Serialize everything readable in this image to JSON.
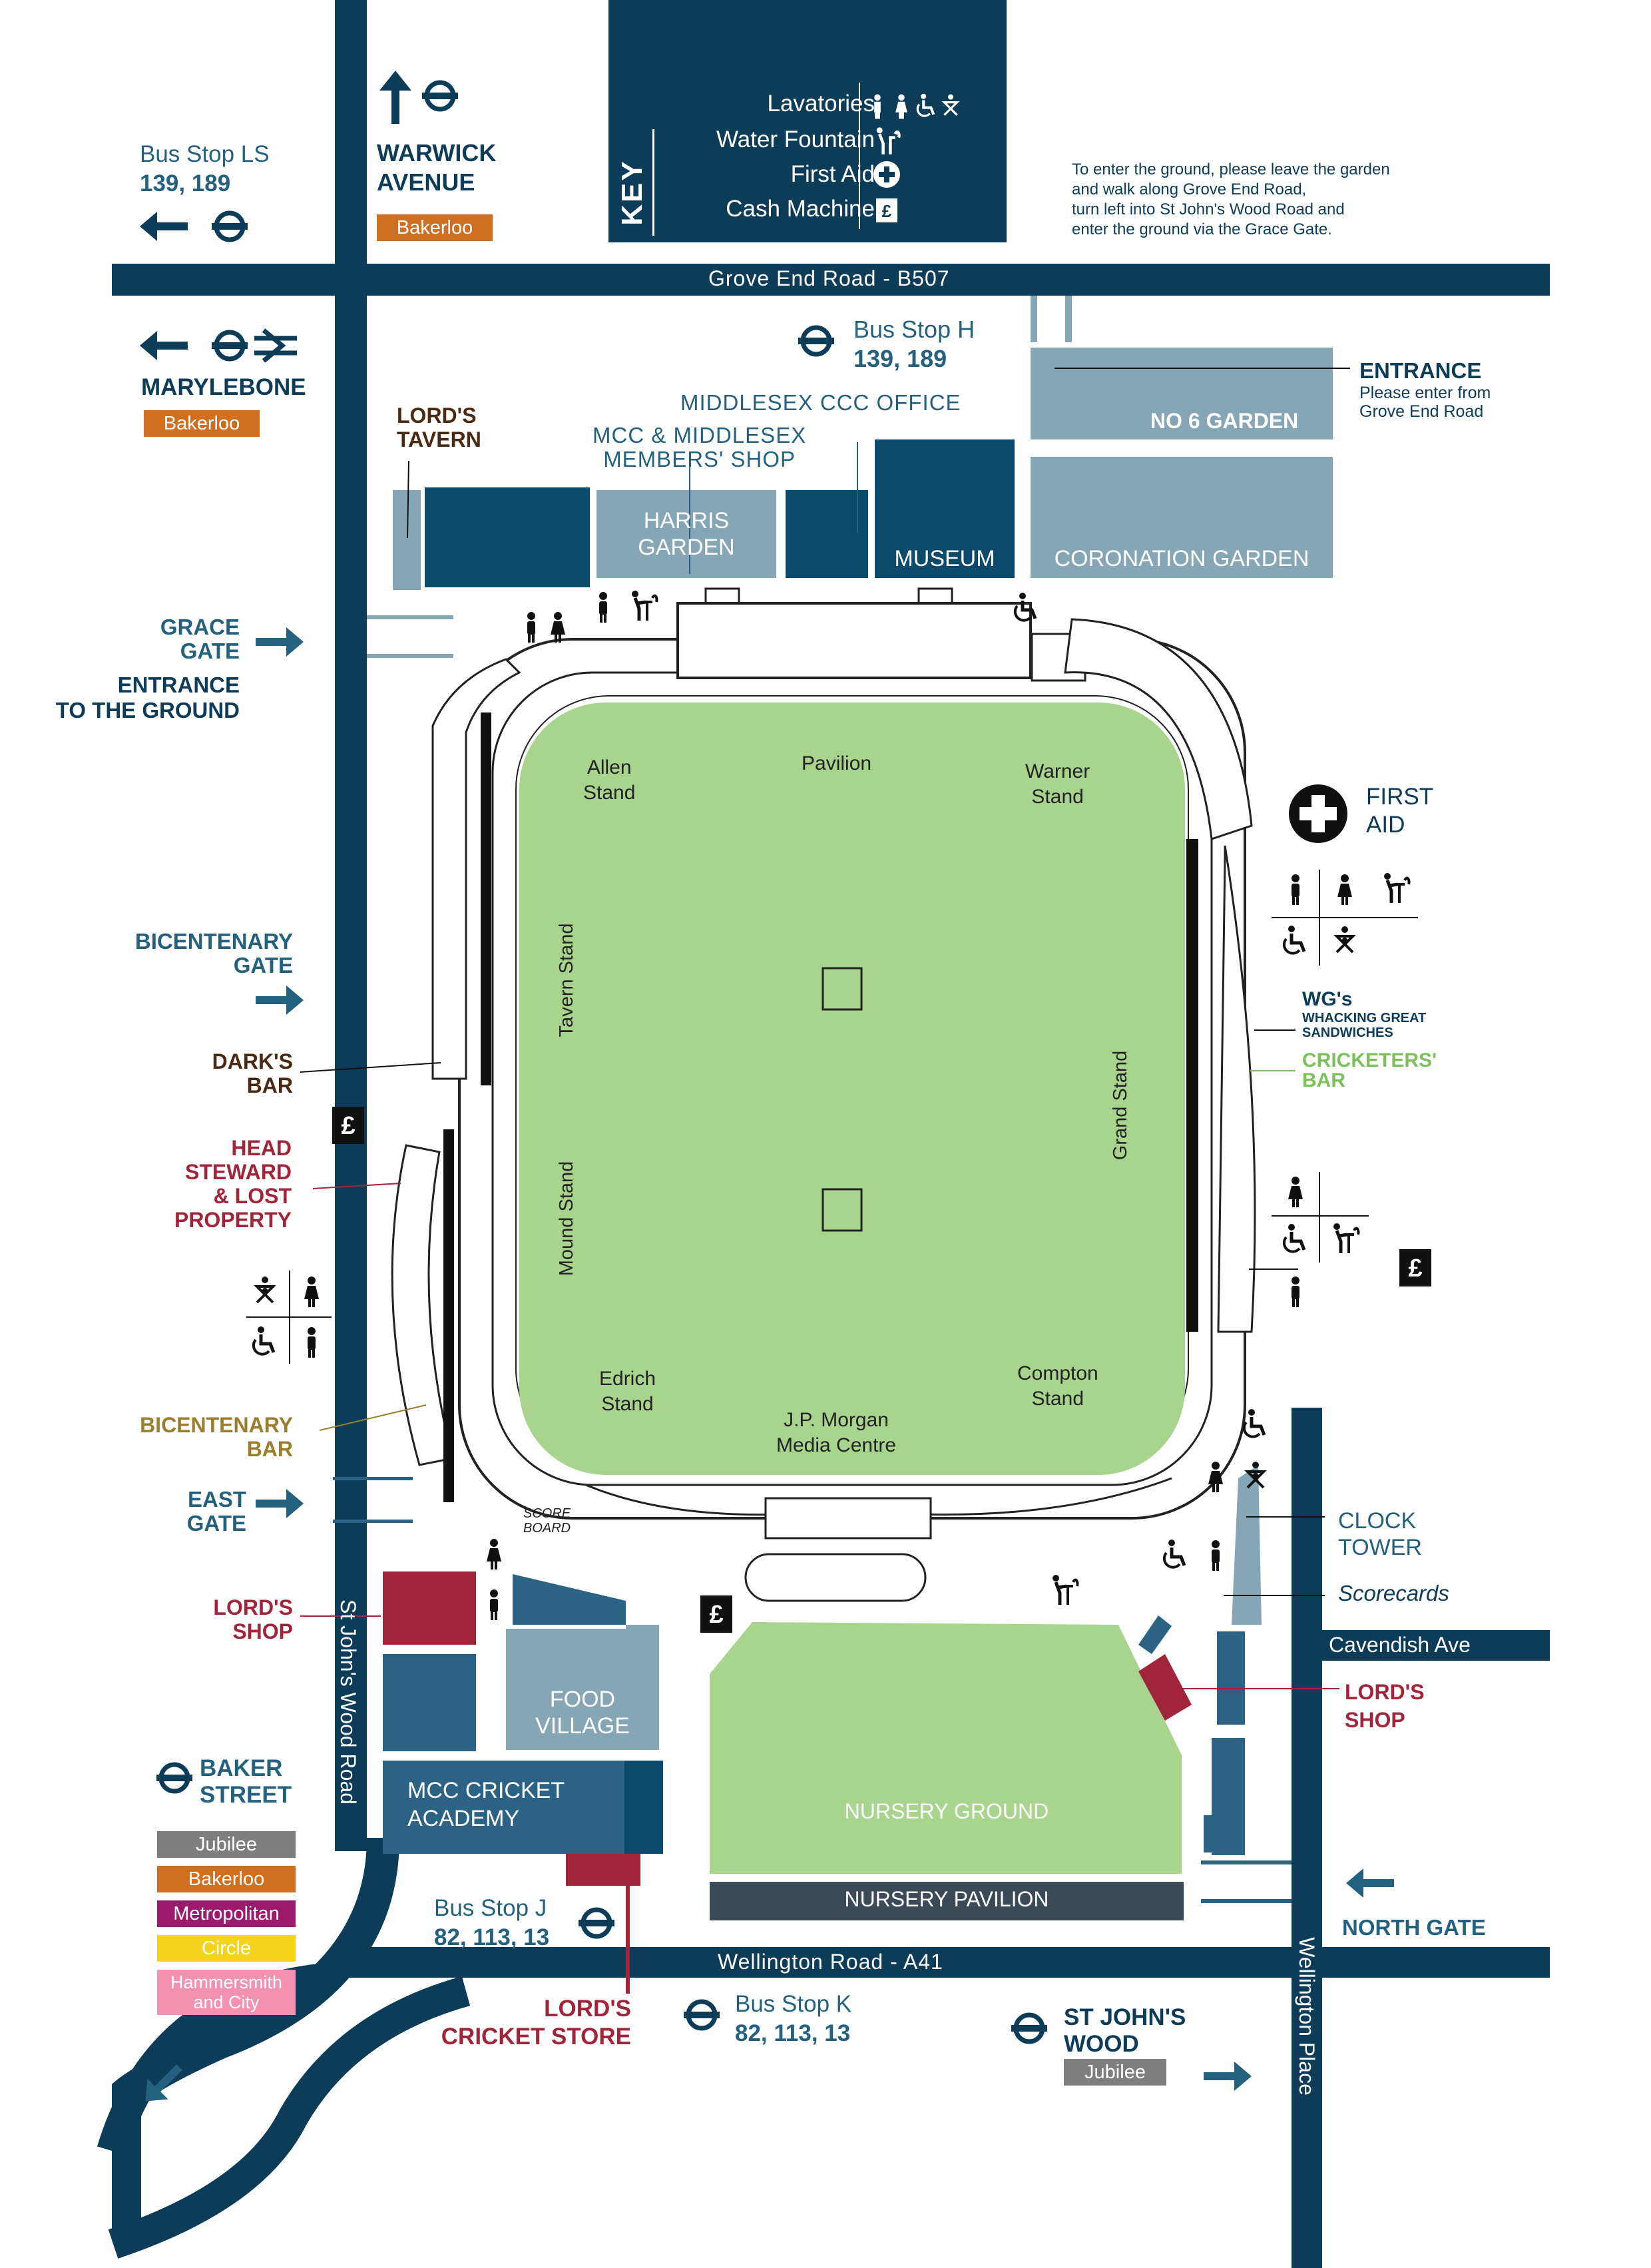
{
  "colors": {
    "navy": "#0c3c58",
    "dark_teal": "#0b4a6a",
    "mid_teal": "#2c6384",
    "light_blue_grey": "#86a6b6",
    "pitch_green": "#a8d48e",
    "maroon": "#a0253a",
    "orange": "#d06f20",
    "grey_line": "#7e7e7e",
    "metropolitan": "#9c1a6e",
    "circle": "#f5d31c",
    "hammersmith": "#f291b0",
    "pavilion_bar": "#3b4a59",
    "light_green": "#7cc05c",
    "olive": "#9a7e2e"
  },
  "roads": {
    "grove_end": "Grove End Road - B507",
    "wellington": "Wellington Road - A41",
    "st_johns_wood": "St John's Wood Road",
    "cavendish": "Cavendish Ave",
    "wellington_place": "Wellington Place"
  },
  "key": {
    "title": "KEY",
    "items": [
      {
        "label": "Lavatories",
        "icon": "toilet-icon"
      },
      {
        "label": "Water Fountain",
        "icon": "water-fountain-icon"
      },
      {
        "label": "First Aid",
        "icon": "first-aid-icon"
      },
      {
        "label": "Cash Machine",
        "icon": "cash-machine-icon"
      }
    ]
  },
  "instructions": [
    "To enter the ground, please leave the garden",
    "and walk along Grove End Road,",
    "turn left into St John's Wood Road and",
    "enter the ground via the Grace Gate."
  ],
  "transport": {
    "bus_ls": {
      "name": "Bus Stop LS",
      "routes": "139, 189"
    },
    "warwick": {
      "name_l1": "WARWICK",
      "name_l2": "AVENUE",
      "line": "Bakerloo"
    },
    "marylebone": {
      "name": "MARYLEBONE",
      "line": "Bakerloo"
    },
    "bus_h": {
      "name": "Bus Stop H",
      "routes": "139, 189"
    },
    "baker": {
      "name_l1": "BAKER",
      "name_l2": "STREET",
      "lines": [
        "Jubilee",
        "Bakerloo",
        "Metropolitan",
        "Circle"
      ],
      "hammersmith_l1": "Hammersmith",
      "hammersmith_l2": "and City"
    },
    "bus_j": {
      "name": "Bus Stop J",
      "routes": "82, 113, 13"
    },
    "bus_k": {
      "name": "Bus Stop K",
      "routes": "82, 113, 13"
    },
    "stjw": {
      "name_l1": "ST JOHN'S",
      "name_l2": "WOOD",
      "line": "Jubilee"
    }
  },
  "buildings": {
    "middlesex_office": "MIDDLESEX CCC OFFICE",
    "members_shop_l1": "MCC & MIDDLESEX",
    "members_shop_l2": "MEMBERS' SHOP",
    "harris_l1": "HARRIS",
    "harris_l2": "GARDEN",
    "museum": "MUSEUM",
    "coronation": "CORONATION GARDEN",
    "no6": "NO 6 GARDEN",
    "entrance": "ENTRANCE",
    "entrance_note_l1": "Please enter from",
    "entrance_note_l2": "Grove End Road",
    "lords_tavern_l1": "LORD'S",
    "lords_tavern_l2": "TAVERN",
    "food_l1": "FOOD",
    "food_l2": "VILLAGE",
    "academy_l1": "MCC CRICKET",
    "academy_l2": "ACADEMY",
    "nursery_ground": "NURSERY GROUND",
    "nursery_pavilion": "NURSERY PAVILION",
    "score_l1": "SCORE",
    "score_l2": "BOARD"
  },
  "gates": {
    "grace_l1": "GRACE",
    "grace_l2": "GATE",
    "entrance_ground_l1": "ENTRANCE",
    "entrance_ground_l2": "TO THE GROUND",
    "bicentenary_l1": "BICENTENARY",
    "bicentenary_l2": "GATE",
    "east_l1": "EAST",
    "east_l2": "GATE",
    "north": "NORTH GATE"
  },
  "stands": {
    "allen_l1": "Allen",
    "allen_l2": "Stand",
    "pavilion": "Pavilion",
    "warner_l1": "Warner",
    "warner_l2": "Stand",
    "tavern": "Tavern Stand",
    "mound": "Mound Stand",
    "grand": "Grand Stand",
    "edrich_l1": "Edrich",
    "edrich_l2": "Stand",
    "jpm_l1": "J.P. Morgan",
    "jpm_l2": "Media Centre",
    "compton_l1": "Compton",
    "compton_l2": "Stand"
  },
  "facilities": {
    "first_aid_l1": "FIRST",
    "first_aid_l2": "AID",
    "wgs": "WG's",
    "wgs_sub_l1": "WHACKING GREAT",
    "wgs_sub_l2": "SANDWICHES",
    "cricketers_l1": "CRICKETERS'",
    "cricketers_l2": "BAR",
    "darks_l1": "DARK'S",
    "darks_l2": "BAR",
    "steward_l1": "HEAD",
    "steward_l2": "STEWARD",
    "steward_l3": "& LOST",
    "steward_l4": "PROPERTY",
    "bicentenary_bar_l1": "BICENTENARY",
    "bicentenary_bar_l2": "BAR",
    "lords_shop_l1": "LORD'S",
    "lords_shop_l2": "SHOP",
    "lords_shop2_l1": "LORD'S",
    "lords_shop2_l2": "SHOP",
    "clock_l1": "CLOCK",
    "clock_l2": "TOWER",
    "scorecards": "Scorecards",
    "cricket_store_l1": "LORD'S",
    "cricket_store_l2": "CRICKET STORE"
  }
}
